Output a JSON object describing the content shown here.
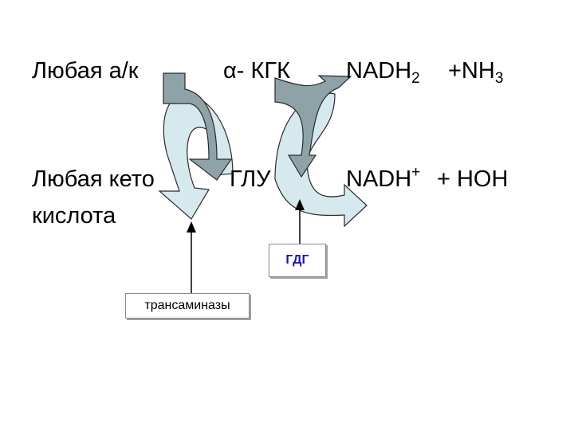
{
  "labels": {
    "any_aa": "Любая а/к",
    "akg": "α- КГК",
    "nadh2_base": "NADH",
    "nadh2_sub": "2",
    "nh3_base": "+NH",
    "nh3_sub": "3",
    "keto_line1": "Любая кето",
    "keto_line2": "кислота",
    "glu": "ГЛУ",
    "nadh_plus_base": "NADH",
    "nadh_plus_sup": "+",
    "hoh": "+ HOH"
  },
  "enzymes": {
    "gdg": "ГДГ",
    "transaminases": "трансаминазы"
  },
  "colors": {
    "dark_arrow": "#8ea3a8",
    "light_arrow": "#d6e9ef",
    "outline": "#2a2a2a",
    "enzyme_text": "#1a1aa0"
  }
}
